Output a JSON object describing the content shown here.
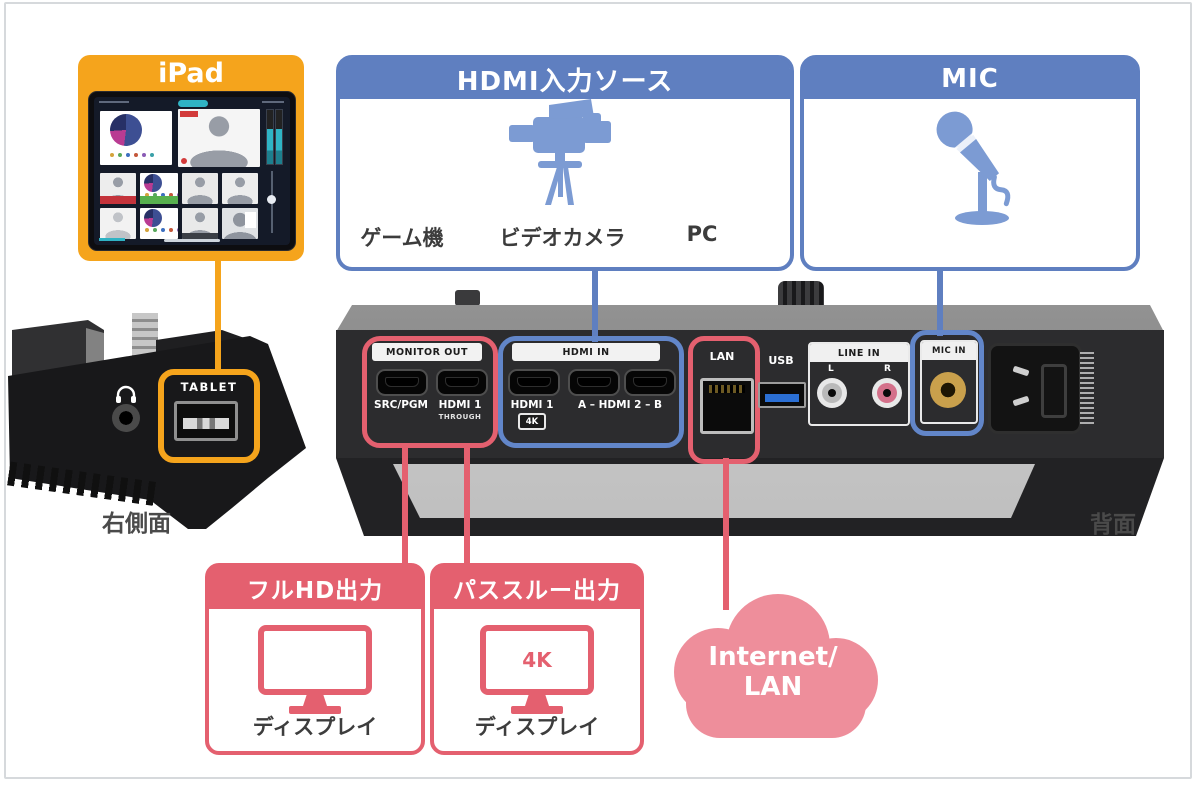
{
  "palette": {
    "orange": "#F5A41C",
    "blue": "#5F7FC0",
    "blue_icon": "#7C9BD3",
    "pink": "#E4606F",
    "cloud_pink": "#EE8E9B"
  },
  "ipad": {
    "title": "iPad"
  },
  "hdmi_sources": {
    "title": "HDMI入力ソース",
    "items": [
      {
        "label": "ゲーム機"
      },
      {
        "label": "ビデオカメラ"
      },
      {
        "label": "PC"
      }
    ]
  },
  "mic": {
    "title": "MIC"
  },
  "side_device": {
    "tablet_label": "TABLET",
    "caption": "右側面"
  },
  "back_device": {
    "caption": "背面",
    "monitor_out": {
      "label": "MONITOR OUT",
      "port1": "SRC/PGM",
      "port2": "HDMI 1",
      "port2_sub": "THROUGH"
    },
    "hdmi_in": {
      "label": "HDMI IN",
      "port1": "HDMI 1",
      "port1_badge": "4K",
      "port23": "A – HDMI 2 – B"
    },
    "lan": {
      "label": "LAN"
    },
    "usb": {
      "label": "USB"
    },
    "line_in": {
      "label": "LINE IN",
      "left": "L",
      "right": "R"
    },
    "mic_in": {
      "label": "MIC IN"
    }
  },
  "outputs": {
    "full_hd": {
      "title": "フルHD出力",
      "display_label": "ディスプレイ"
    },
    "passthrough": {
      "title": "パススルー出力",
      "badge": "4K",
      "display_label": "ディスプレイ"
    }
  },
  "cloud": {
    "line1": "Internet/",
    "line2": "LAN"
  }
}
